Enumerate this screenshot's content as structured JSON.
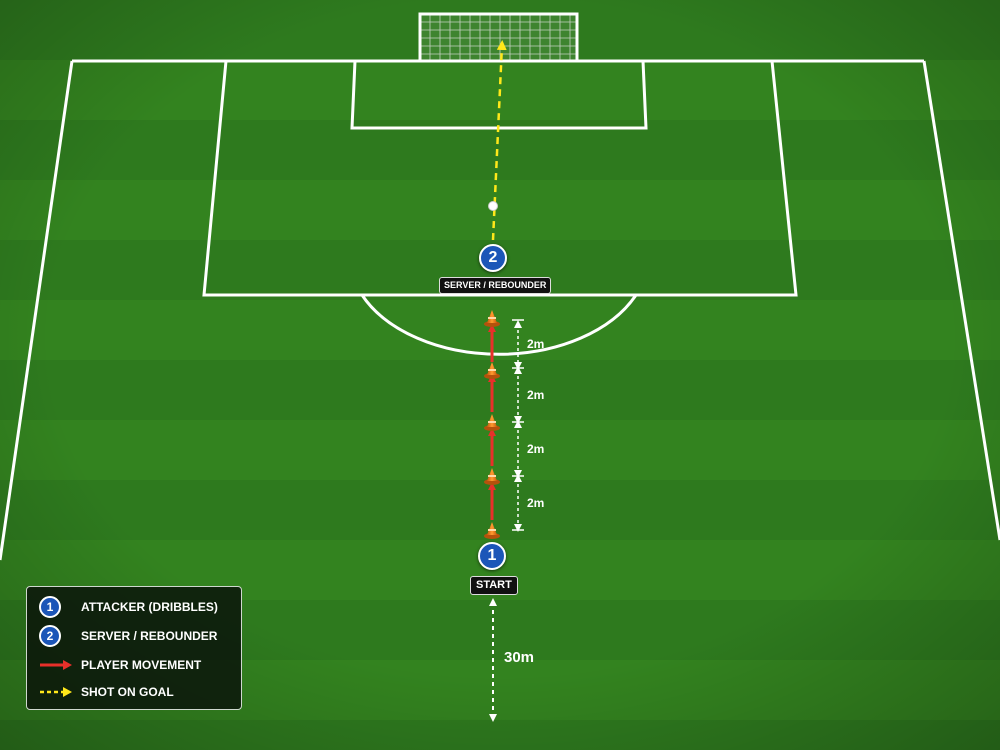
{
  "drill": {
    "server_label": "SERVER / REBOUNDER",
    "start_label": "START",
    "attacker_number": "1",
    "server_number": "2",
    "cone_spacings": [
      "2m",
      "2m",
      "2m",
      "2m"
    ],
    "approach_distance": "30m"
  },
  "legend": {
    "items": [
      {
        "symbol": "player-1",
        "number": "1",
        "label": "ATTACKER (DRIBBLES)"
      },
      {
        "symbol": "player-2",
        "number": "2",
        "label": "SERVER / REBOUNDER"
      },
      {
        "symbol": "red-arrow",
        "label": "PLAYER MOVEMENT"
      },
      {
        "symbol": "yellow-dashed-arrow",
        "label": "SHOT ON GOAL"
      }
    ]
  },
  "colors": {
    "grass_dark": "#2c771c",
    "grass_light": "#3a8d28",
    "line": "#ffffff",
    "player": "#1c56b8",
    "movement_arrow": "#e8302a",
    "shot_arrow": "#ffe81a",
    "cone": "#f07a18"
  }
}
